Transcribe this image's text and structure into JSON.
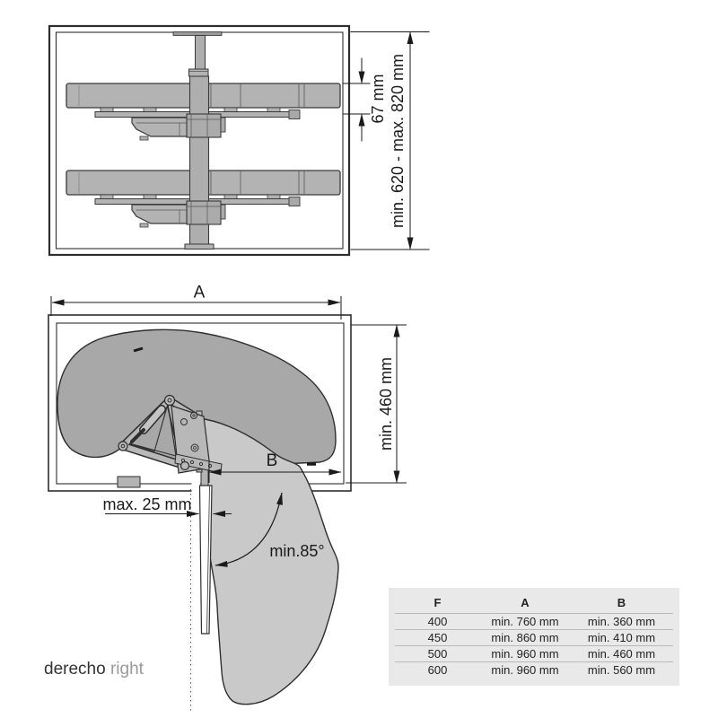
{
  "diagram": {
    "top_view": {
      "dim_shelf_height": "67 mm",
      "dim_total_height": "min. 620 - max. 820 mm"
    },
    "plan_view": {
      "dim_width": "A",
      "dim_depth": "min. 460 mm",
      "dim_b": "B",
      "dim_door_gap": "max. 25 mm",
      "dim_angle": "min.85°"
    },
    "caption": {
      "es": "derecho",
      "en": "right"
    }
  },
  "table": {
    "headers": [
      "F",
      "A",
      "B"
    ],
    "rows": [
      [
        "400",
        "min. 760 mm",
        "min. 360 mm"
      ],
      [
        "450",
        "min. 860 mm",
        "min. 410 mm"
      ],
      [
        "500",
        "min. 960 mm",
        "min. 460 mm"
      ],
      [
        "600",
        "min. 960 mm",
        "min. 560 mm"
      ]
    ]
  },
  "colors": {
    "shelf_dark": "#a8a8a8",
    "shelf_light": "#c9c9c9",
    "metal": "#b3b3b3",
    "table_bg": "#e9e9e9"
  }
}
